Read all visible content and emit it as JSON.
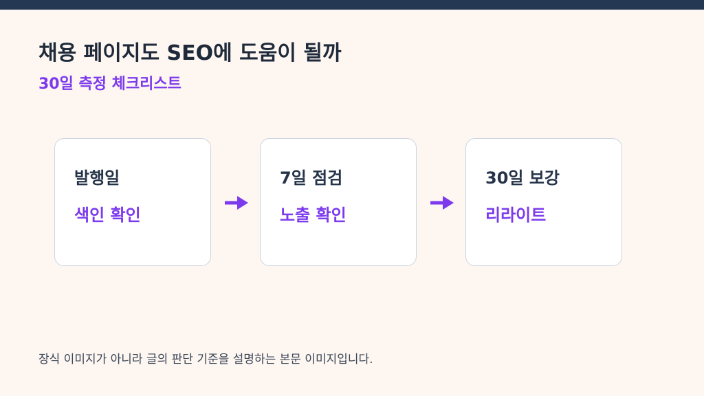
{
  "slide": {
    "title": "채용 페이지도 SEO에 도움이 될까",
    "subtitle": "30일 측정 체크리스트",
    "steps": [
      {
        "title": "발행일",
        "action": "색인 확인"
      },
      {
        "title": "7일 점검",
        "action": "노출 확인"
      },
      {
        "title": "30일 보강",
        "action": "리라이트"
      }
    ],
    "footer": "장식 이미지가 아니라 글의 판단 기준을 설명하는 본문 이미지입니다."
  },
  "colors": {
    "accent": "#7c3aed",
    "top_bar": "#243853",
    "background": "#fdf6f1"
  },
  "icons": {
    "connector": "arrow-right-icon"
  }
}
